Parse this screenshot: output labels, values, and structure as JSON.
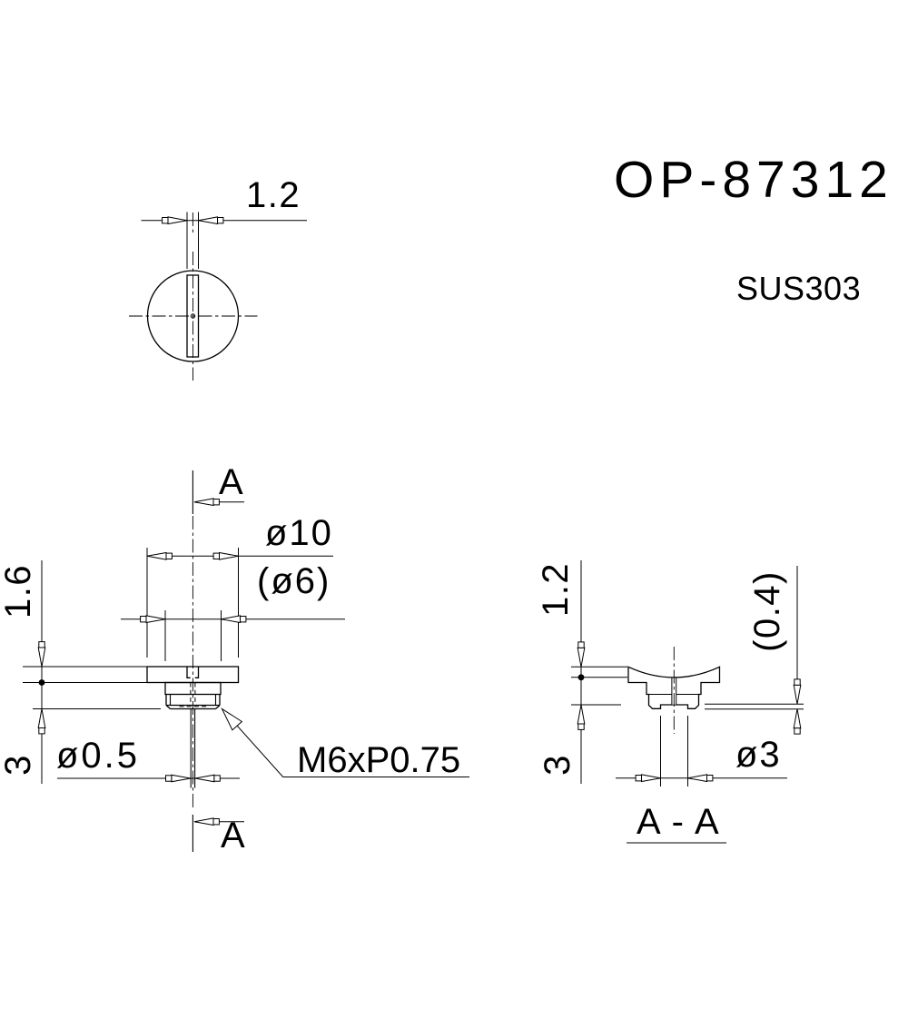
{
  "title_block": {
    "part_number": "OP-87312",
    "material": "SUS303"
  },
  "labels": {
    "top_view": {
      "slot_width": "1.2"
    },
    "front_view": {
      "flange_dia": "ø10",
      "pilot_dia": "(ø6)",
      "flange_thickness": "1.6",
      "body_length": "3",
      "pin_dia": "ø0.5",
      "thread_spec": "M6xP0.75",
      "section_mark_top": "A",
      "section_mark_bottom": "A"
    },
    "section_view": {
      "slot_depth": "1.2",
      "core_depth": "3",
      "recess_depth": "(0.4)",
      "recess_dia": "ø3",
      "title": "A-A"
    }
  }
}
